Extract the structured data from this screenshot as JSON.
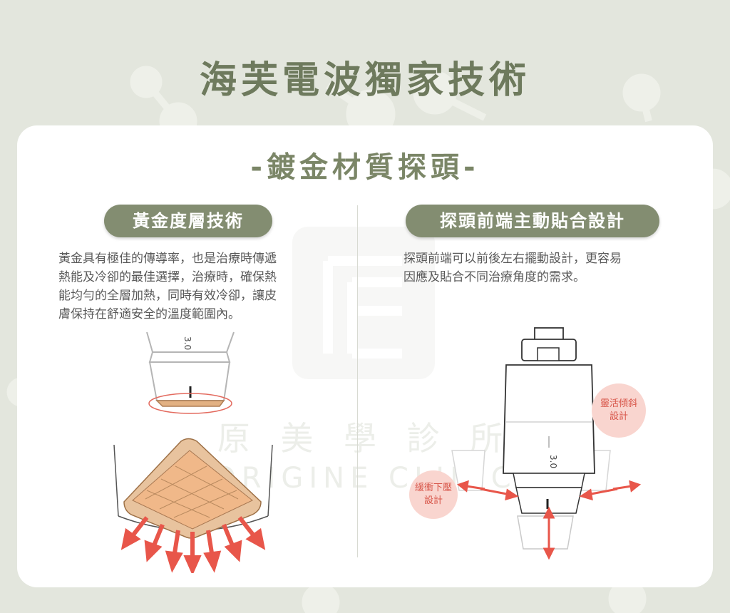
{
  "page": {
    "title": "海芙電波獨家技術",
    "subtitle": "-鍍金材質探頭-"
  },
  "left": {
    "heading": "黃金度層技術",
    "lines": [
      "黃金具有極佳的傳導率，也是治療時傳遞",
      "熱能及冷卻的最佳選擇，治療時，確保熱",
      "能均勻的全層加熱，同時有效冷卻，讓皮",
      "膚保持在舒適安全的溫度範圍內。"
    ],
    "probe_label": "3.0"
  },
  "right": {
    "heading": "探頭前端主動貼合設計",
    "lines": [
      "探頭前端可以前後左右擺動設計，更容易",
      "因應及貼合不同治療角度的需求。"
    ],
    "probe_label": "3.0",
    "bubble_tilt": [
      "靈活傾斜",
      "設計"
    ],
    "bubble_buffer": [
      "緩衝下壓",
      "設計"
    ]
  },
  "watermark": {
    "chinese": "原 美 學 診 所",
    "english": "ORIGINE CLINIC"
  },
  "colors": {
    "background": "#e3e6dd",
    "title": "#6e7a5d",
    "pill": "#838d71",
    "arrow": "#e8564a",
    "gold": "#e2b183",
    "bubble": "#f9d5cf"
  }
}
